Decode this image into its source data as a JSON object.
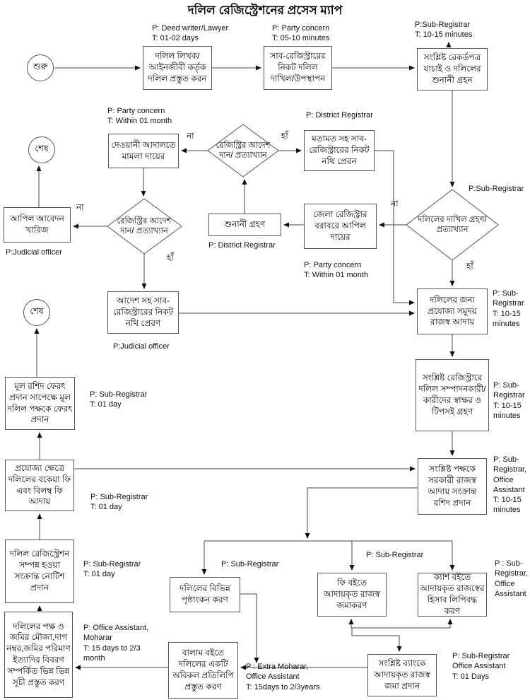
{
  "title": "দলিল রেজিস্ট্রেশনের প্রসেস ম্যাপ",
  "terminals": {
    "start": "শুরু",
    "end": "শেষ"
  },
  "decision_labels": {
    "yes": "হাঁ",
    "no": "না"
  },
  "nodes": {
    "prepare_deed": "দলিল লিখক/ আইনজীবী কর্তৃক দলিল প্রস্তুত করন",
    "submit_deed": "সাব-রেজিস্ট্রারের নিকট দলিল দাখিল/উপস্থাপন",
    "verify_records": "সংশ্লিষ্ট রেকর্ডপত্র যাচাই ও দলিলের শুনানী গ্রহন",
    "civil_court_case": "দেওয়ানী আদালতে মামলা দায়ের",
    "registrar_order_1": "রেজিস্ট্রির আদেশ দান/ প্রত্যাখ্যান",
    "send_file_with_opinion": "মতামত সহ সাব-রেজিস্ট্রারের নিকট নথি প্রেরন",
    "accept_reject_deed": "দলিলের দাখিল গ্রহণ/প্রত্যাখ্যান",
    "appeal_dismissed": "আপিল আবেদন খারিজ",
    "registrar_order_2": "রেজিস্ট্রির আদেশ দান/ প্রত্যাখ্যান",
    "hearing": "শুনানী গ্রহণ",
    "appeal_to_district_registrar": "জেলা রেজিস্ট্রার বরাবরে আপিল দায়ের",
    "send_file_with_order": "আদেশ সহ সাব-রেজিস্ট্রারের নিকট নথি প্রেরণ",
    "collect_revenue": "দলিলের জন্য প্রযোজ্য সমুদয় রাজস্ব আদায়",
    "signatures_thumbprints": "সংশ্লিষ্ট রেজিস্ট্রারে দলিল সম্পাদনকারী/ কারীদের স্বাক্ষর ও টিপসই গ্রহণ",
    "issue_receipt": "সংশ্লিষ্ট পক্ষকে সরকারী রাজস্ব আদায় সংক্রান্ত রশিদ প্রদান",
    "return_original_deed": "মূল রশিদ ফেরৎ প্রদান সাপেক্ষে মূল দলিল পক্ষকে ফেরৎ প্রদান",
    "collect_arrear_fees": "প্রযোজ্য ক্ষেত্রে দলিলের বকেয়া ফি এবং বিলম্ব ফি আদায়",
    "completion_notice": "দলিল রেজিস্ট্রেশন সম্পন্ন হওয়া সংক্রান্ত নোটিশ প্রদান",
    "prepare_indexes": "দলিলের পক্ষ ও জমির মৌজা,দাগ নম্বর,জমির পরিমাণ ইত্যাদির বিবরণ সম্পর্কিত ভিন্ন ভিন্ন সূচী প্রস্তুত করণ",
    "endorsement": "দলিলের বিভিন্ন পৃষ্ঠাংকন করণ",
    "fee_book_entry": "ফি বইতে আদায়কৃত রাজস্ব জমাকরণ",
    "cash_book_entry": "ক্যাশ বইতে আদায়কৃত রাজস্বের হিসাব লিপিবদ্ধ করণ",
    "balam_copy": "বালাম বইতে দলিলের একটি অবিকল প্রতিলিপি প্রস্তুত করণ",
    "bank_deposit": "সংশ্লিষ্ট ব্যাংকে আদায়কৃত রাজস্ব জমা প্রদান"
  },
  "annotations": {
    "prepare_deed": "P: Deed writer/Lawyer\nT: 01-02 days",
    "submit_deed": "P: Party concern\nT: 05-10 minutes",
    "verify_records": "P:Sub-Registrar\nT: 10-15 minutes",
    "civil_court_case": "P: Party concern\nT: Within 01 month",
    "send_file_with_opinion": "P: District Registrar",
    "accept_reject_deed": "P:Sub-Registrar",
    "appeal_dismissed": "P:Judicial officer",
    "hearing": "P: District Registrar",
    "appeal_to_district_registrar": "P: Party concern\nT: Within 01 month",
    "send_file_with_order": "P:Judicial officer",
    "collect_revenue": "P: Sub-\nRegistrar\nT: 10-15\nminutes",
    "signatures_thumbprints": "P: Sub-\nRegistrar\nT: 10-15\nminutes",
    "issue_receipt": "P: Sub-\nRegistrar,\nOffice\nAssistant\nT: 10-15\nminutes",
    "return_original_deed": "P: Sub-Registrar\nT: 01 day",
    "collect_arrear_fees": "P: Sub-Registrar\nT: 01 day",
    "completion_notice": "P: Sub-Registrar\nT: 01 day",
    "prepare_indexes": "P: Office Assistant,\nMoharar\nT: 15 days to 2/3\nmonth",
    "endorsement": "P: Sub-Registrar",
    "fee_cash_books": "P: Sub-Registrar",
    "cash_book_entry": "P : Sub-\nRegistrar,\nOffice\nAssistant",
    "balam_copy": "P : Extra Moharar,\nOffice Assistant\nT: 15days to 2/3years",
    "bank_deposit": "P: Sub-Registrar\nOffice Assistant\nT: 01 Days"
  }
}
